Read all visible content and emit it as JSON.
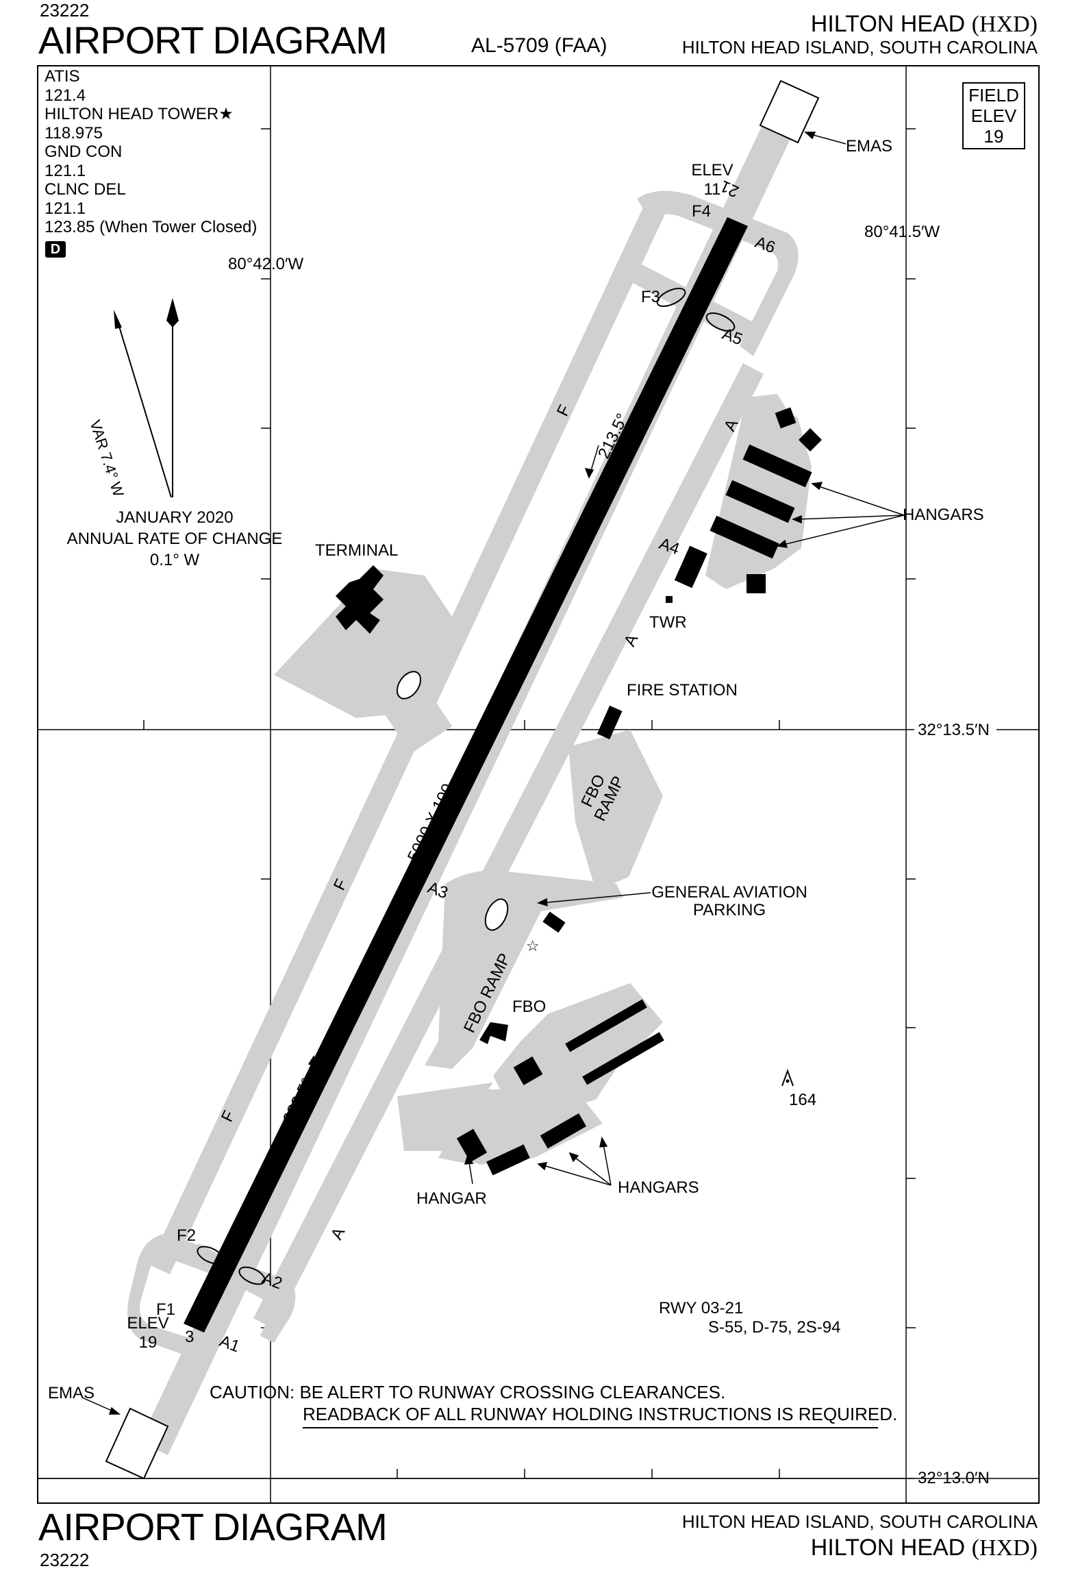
{
  "header": {
    "code_top": "23222",
    "title_top": "AIRPORT DIAGRAM",
    "procedure_id": "AL-5709 (FAA)",
    "airport_name": "HILTON HEAD",
    "airport_id": "(HXD)",
    "location_top": "HILTON HEAD ISLAND, SOUTH CAROLINA"
  },
  "footer": {
    "title_bottom": "AIRPORT DIAGRAM",
    "code_bottom": "23222",
    "location_bottom": "HILTON HEAD ISLAND, SOUTH CAROLINA",
    "airport_name": "HILTON HEAD",
    "airport_id": "(HXD)"
  },
  "frequencies": [
    "ATIS",
    "121.4",
    "HILTON HEAD TOWER★",
    "118.975",
    "GND CON",
    "121.1",
    "CLNC DEL",
    "121.1",
    "123.85 (When Tower Closed)"
  ],
  "frequency_badge": "D",
  "field_elev": {
    "line1": "FIELD",
    "line2": "ELEV",
    "value": "19"
  },
  "magnetic": {
    "variation": "VAR 7.4° W",
    "date": "JANUARY 2020",
    "rate_label": "ANNUAL RATE OF CHANGE",
    "rate_value": "0.1° W"
  },
  "coordinates": {
    "lon_west": "80°42.0′W",
    "lon_east": "80°41.5′W",
    "lat_north": "32°13.5′N",
    "lat_south": "32°13.0′N"
  },
  "runway": {
    "dimensions": "5000 X 100",
    "heading_sw": "213.5°",
    "heading_ne": "033.5°",
    "end_south": "3",
    "end_north": "21",
    "elev_north_label": "ELEV",
    "elev_north_value": "11",
    "elev_south_label": "ELEV",
    "elev_south_value": "19",
    "rwy_id": "RWY 03-21",
    "strength": "S-55, D-75, 2S-94"
  },
  "taxiways": {
    "F": "F",
    "A": "A",
    "F1": "F1",
    "F2": "F2",
    "F3": "F3",
    "F4": "F4",
    "A1": "A1",
    "A2": "A2",
    "A3": "A3",
    "A4": "A4",
    "A5": "A5",
    "A6": "A6"
  },
  "labels": {
    "emas_north": "EMAS",
    "emas_south": "EMAS",
    "terminal": "TERMINAL",
    "hangars_ne": "HANGARS",
    "twr": "TWR",
    "fire_station": "FIRE STATION",
    "fbo_ramp_upper_1": "FBO",
    "fbo_ramp_upper_2": "RAMP",
    "fbo_ramp_lower": "FBO RAMP",
    "ga_parking_1": "GENERAL AVIATION",
    "ga_parking_2": "PARKING",
    "fbo": "FBO",
    "hangar_single": "HANGAR",
    "hangars_south": "HANGARS",
    "obstacle_elev": "164"
  },
  "caution": {
    "line1": "CAUTION: BE ALERT TO RUNWAY CROSSING CLEARANCES.",
    "line2": "READBACK OF ALL RUNWAY HOLDING INSTRUCTIONS IS REQUIRED."
  },
  "colors": {
    "pavement": "#d0d0d0",
    "runway": "#000000",
    "building": "#000000"
  }
}
